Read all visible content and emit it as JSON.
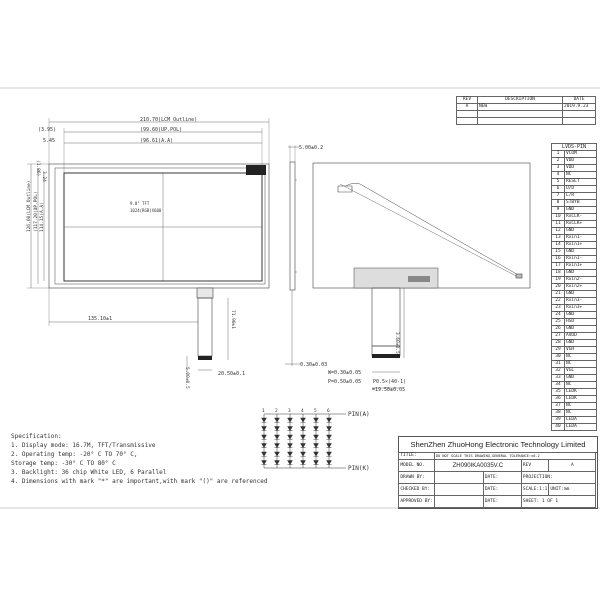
{
  "revision": {
    "headers": [
      "REV",
      "DESCRIPTION",
      "DATE"
    ],
    "rows": [
      [
        "A",
        "NEW",
        "2019.9.23"
      ]
    ]
  },
  "front_view": {
    "dim_lcm_outline": "210.70(LCM Outline)",
    "dim_up_pol": "(99.60(UP.POL)",
    "dim_aa": "(96.61(A.A)",
    "dim_left_offset": "(3.95)",
    "dim_5_45": "5.45",
    "dim_1_86": "(1.86)",
    "dim_3_24": "3.24",
    "dim_126_60": "126.60(LCM Outline)",
    "dim_117_20": "(117.20(UP.POL)",
    "dim_114_15": "114.15(A.A)",
    "screen_line1": "9.0\" TFT",
    "screen_line2": "1024(RGB)X600",
    "dim_135_10": "135.10±1",
    "dim_71_90": "71.90±1",
    "dim_20_50": "20.50±0.1",
    "dim_5_00_05": "5.00±0.5"
  },
  "side_view": {
    "dim_5_00": "5.00±0.2",
    "dim_0_30": "0.30±0.03"
  },
  "fpc_detail": {
    "dim_3_60": "3.60±0.5",
    "dim_w": "W=0.30±0.05",
    "dim_p": "P=0.50±0.05",
    "dim_pitch": "P0.5×(40-1)",
    "dim_19_50": "=19.50±0.05"
  },
  "led_circuit": {
    "columns": [
      "1",
      "2",
      "3",
      "4",
      "5",
      "6"
    ],
    "pin_a": "PIN(A)",
    "pin_k": "PIN(K)"
  },
  "specification": {
    "title": "Specification:",
    "lines": [
      "1. Display mode: 16.7M, TFT/Transmissive",
      "2. Operating temp: -20° C TO 70° C,",
      "   Storage temp: -30° C TO 80° C",
      "3. Backlight: 36 chip White LED, 6 Parallel",
      "4. Dimensions with mark \"*\" are important,with mark \"()\" are referenced"
    ]
  },
  "pin_table": {
    "title": "LVDS-PIN",
    "rows": [
      [
        "1",
        "VCOM"
      ],
      [
        "2",
        "VDD"
      ],
      [
        "3",
        "VDD"
      ],
      [
        "4",
        "NC"
      ],
      [
        "5",
        "RESET"
      ],
      [
        "6",
        "U/D"
      ],
      [
        "7",
        "L/R"
      ],
      [
        "8",
        "STBYB"
      ],
      [
        "9",
        "GND"
      ],
      [
        "10",
        "RxCLK-"
      ],
      [
        "11",
        "RxCLK+"
      ],
      [
        "12",
        "GND"
      ],
      [
        "13",
        "Rxin1-"
      ],
      [
        "14",
        "Rxin1+"
      ],
      [
        "15",
        "GND"
      ],
      [
        "16",
        "Rxin1-"
      ],
      [
        "17",
        "Rxin1+"
      ],
      [
        "18",
        "GND"
      ],
      [
        "19",
        "Rxin2-"
      ],
      [
        "20",
        "Rxin2+"
      ],
      [
        "21",
        "GND"
      ],
      [
        "22",
        "Rxin3-"
      ],
      [
        "23",
        "Rxin3+"
      ],
      [
        "24",
        "GND"
      ],
      [
        "25",
        "HSD"
      ],
      [
        "26",
        "GND"
      ],
      [
        "27",
        "AVDD"
      ],
      [
        "28",
        "GND"
      ],
      [
        "29",
        "VGH"
      ],
      [
        "30",
        "NC"
      ],
      [
        "31",
        "NC"
      ],
      [
        "32",
        "VGL"
      ],
      [
        "33",
        "GND"
      ],
      [
        "34",
        "NC"
      ],
      [
        "35",
        "LEDK"
      ],
      [
        "36",
        "LEDK"
      ],
      [
        "37",
        "NC"
      ],
      [
        "38",
        "NC"
      ],
      [
        "39",
        "LEDA"
      ],
      [
        "40",
        "LEDA"
      ]
    ]
  },
  "title_block": {
    "company": "ShenZhen ZhuoHong Electronic Technology Limited",
    "title_label": "TITLE:",
    "title_value": "DO NOT SCALE THIS DRAWING,GENERAL TOLERANCE:±0.2",
    "model_label": "MODEL NO.",
    "model_value": "ZH090IKA0035V.C",
    "rev_label": "REV",
    "rev_value": "A",
    "drawn_label": "DRAWN BY:",
    "checked_label": "CHECKED BY:",
    "approved_label": "APPROVED BY:",
    "date_label": "DATE:",
    "projection_label": "PROJECTION:",
    "scale_label": "SCALE:1:1",
    "unit_label": "UNIT:mm",
    "sheet_label": "SHEET: 1 OF 1"
  }
}
